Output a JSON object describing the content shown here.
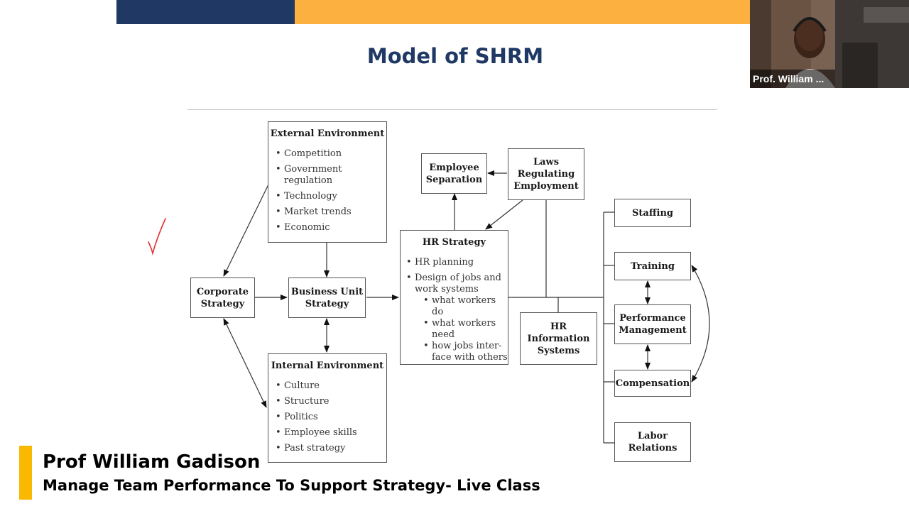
{
  "slide": {
    "title": "Model of SHRM"
  },
  "diagram": {
    "external": {
      "title": "External Environment",
      "items": [
        "Competition",
        "Government regulation",
        "Technology",
        "Market trends",
        "Economic"
      ]
    },
    "internal": {
      "title": "Internal Environment",
      "items": [
        "Culture",
        "Structure",
        "Politics",
        "Employee skills",
        "Past strategy"
      ]
    },
    "corporate": "Corporate Strategy",
    "business": "Business Unit Strategy",
    "employee_separation": "Employee Separation",
    "laws": "Laws Regulating Employment",
    "hr_strategy": {
      "title": "HR Strategy",
      "items": [
        "HR planning",
        "Design of jobs and work systems"
      ],
      "subitems": [
        "what workers do",
        "what workers need",
        "how jobs inter-face with others"
      ]
    },
    "hris": "HR Information Systems",
    "staffing": "Staffing",
    "training": "Training",
    "performance": "Performance Management",
    "compensation": "Compensation",
    "labor": "Labor Relations"
  },
  "video": {
    "participant_name": "Prof. William ..."
  },
  "lower_third": {
    "name": "Prof William Gadison",
    "subtitle": "Manage Team Performance To Support Strategy- Live Class"
  },
  "colors": {
    "navy": "#1f3864",
    "gold": "#fbb040",
    "accent_yellow": "#fbb800",
    "check_red": "#e03030"
  }
}
